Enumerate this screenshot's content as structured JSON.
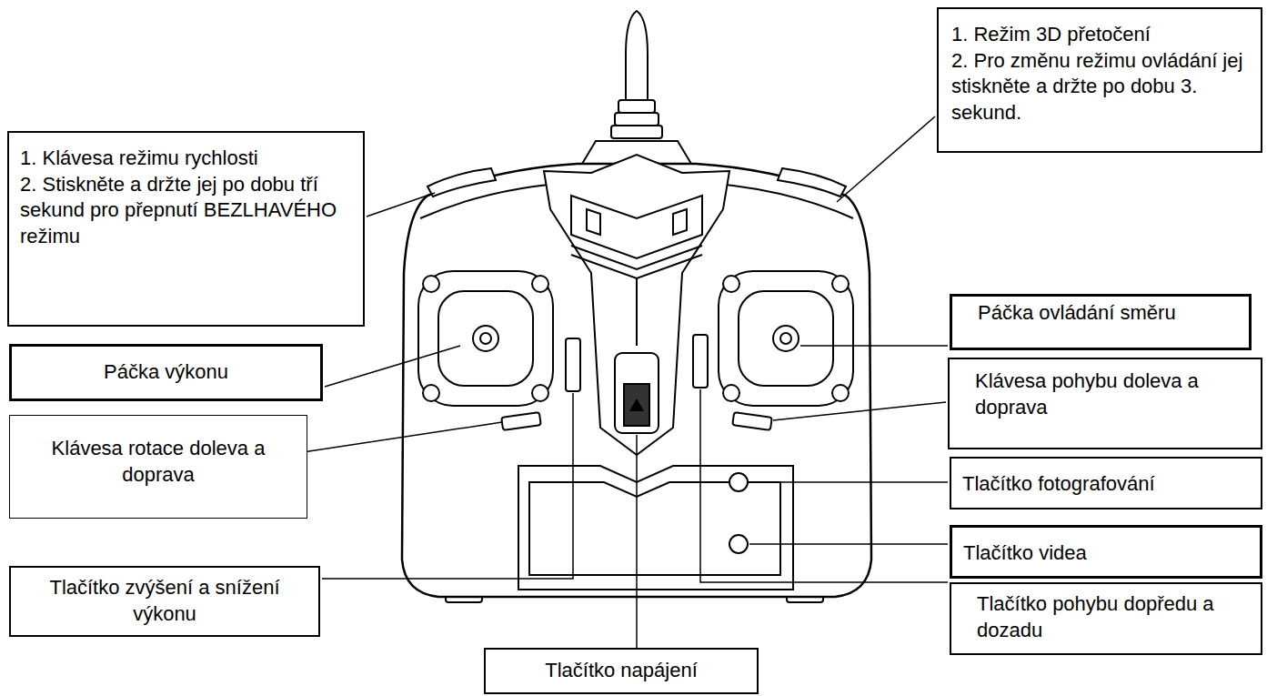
{
  "diagram": {
    "nodes": [
      {
        "text": [
          "1. Klávesa režimu rychlosti",
          "2. Stiskněte a držte jej po dobu tří sekund pro přepnutí BEZLHAVÉHO režimu"
        ]
      },
      {
        "text": [
          "1. Režim 3D přetočení",
          "2. Pro změnu režimu ovládání jej stiskněte a držte po dobu 3. sekund."
        ]
      },
      {
        "text": [
          "Páčka výkonu"
        ]
      },
      {
        "text": [
          "Páčka ovládání směru"
        ]
      },
      {
        "text": [
          "Klávesa pohybu doleva a doprava"
        ]
      },
      {
        "text": [
          "Klávesa rotace doleva a doprava"
        ]
      },
      {
        "text": [
          "Tlačítko fotografování"
        ]
      },
      {
        "text": [
          "Tlačítko videa"
        ]
      },
      {
        "text": [
          "Tlačítko zvýšení a snížení výkonu"
        ]
      },
      {
        "text": [
          "Tlačítko pohybu dopředu a dozadu"
        ]
      },
      {
        "text": [
          "Tlačítko napájení"
        ]
      }
    ]
  }
}
